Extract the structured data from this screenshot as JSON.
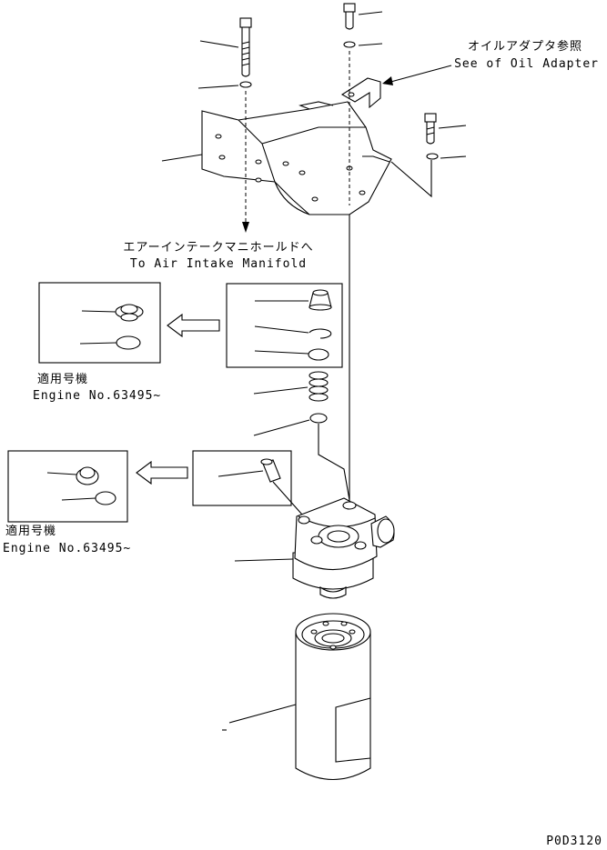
{
  "notes": {
    "oil_adapter_jp": "オイルアダプタ参照",
    "oil_adapter_en": "See of Oil Adapter",
    "air_intake_jp": "エアーインテークマニホールドへ",
    "air_intake_en": "To Air Intake Manifold",
    "serial_upper_jp": "適用号機",
    "serial_upper_en": "Engine No.63495~",
    "serial_lower_jp": "適用号機",
    "serial_lower_en": "Engine No.63495~"
  },
  "drawing_code": "P0D3120"
}
